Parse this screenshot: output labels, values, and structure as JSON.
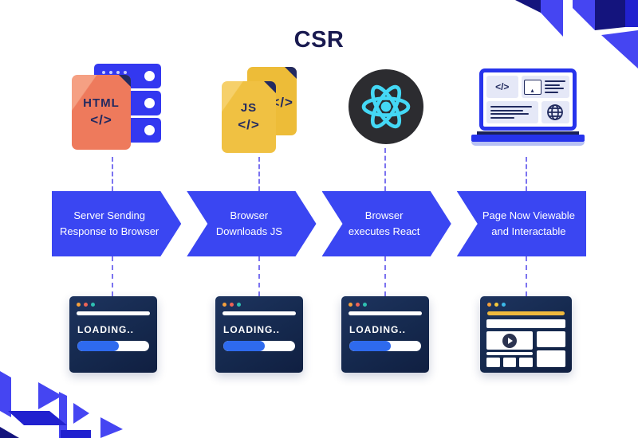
{
  "title": "CSR",
  "diagram": {
    "steps": [
      {
        "line1": "Server Sending",
        "line2": "Response to Browser",
        "icon": "html-file-and-server-icon"
      },
      {
        "line1": "Browser",
        "line2": "Downloads JS",
        "icon": "js-files-icon"
      },
      {
        "line1": "Browser",
        "line2": "executes React",
        "icon": "react-logo-icon"
      },
      {
        "line1": "Page Now Viewable",
        "line2": "and Interactable",
        "icon": "laptop-browser-icon"
      }
    ]
  },
  "icons": {
    "html_file": {
      "label": "HTML",
      "code": "</>"
    },
    "js_file": {
      "label": "JS",
      "code": "</>"
    },
    "laptop": {
      "code": "</>"
    }
  },
  "browsers": [
    {
      "loading_text": "LOADING..",
      "progress_percent": 58
    },
    {
      "loading_text": "LOADING..",
      "progress_percent": 58
    },
    {
      "loading_text": "LOADING..",
      "progress_percent": 58
    },
    {
      "state": "loaded-page"
    }
  ],
  "colors": {
    "band_blue": "#3a46f2",
    "window_navy": "#15294e",
    "progress_blue": "#2e6aee",
    "connector_violet": "#7b73f0",
    "react_cyan": "#44d8f5",
    "react_circle": "#2c2c30",
    "html_file_orange": "#ee7a5c",
    "js_file_yellow": "#f0c142",
    "server_blue": "#3338f0",
    "laptop_blue": "#2633ec",
    "title_navy": "#191a50",
    "dot_orange": "#f5a03c",
    "dot_red": "#ef6456",
    "dot_teal": "#2fc1b2",
    "dot_yellow": "#f5c93c",
    "dot_cyan": "#3cb9e8",
    "addr_gold": "#efb93d",
    "decor_blue": "#4545f2",
    "decor_dark_blue": "#2121cf",
    "decor_navy": "#14147d"
  }
}
